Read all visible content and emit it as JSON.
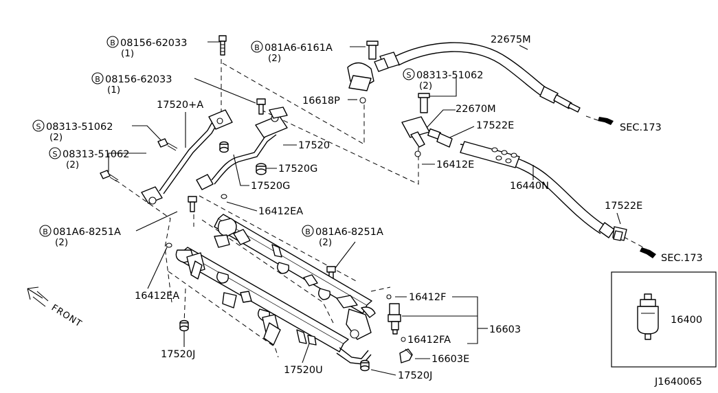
{
  "diagram_id": "J1640065",
  "callouts": [
    {
      "id": "c1",
      "prefix": "B",
      "part": "08156-62033",
      "qty": "(1)"
    },
    {
      "id": "c2",
      "prefix": "B",
      "part": "081A6-6161A",
      "qty": "(2)"
    },
    {
      "id": "c3",
      "prefix": "",
      "part": "22675M",
      "qty": ""
    },
    {
      "id": "c4",
      "prefix": "B",
      "part": "08156-62033",
      "qty": "(1)"
    },
    {
      "id": "c5",
      "prefix": "S",
      "part": "08313-51062",
      "qty": "(2)"
    },
    {
      "id": "c6",
      "prefix": "",
      "part": "16618P",
      "qty": ""
    },
    {
      "id": "c7",
      "prefix": "",
      "part": "17520+A",
      "qty": ""
    },
    {
      "id": "c8",
      "prefix": "",
      "part": "22670M",
      "qty": ""
    },
    {
      "id": "c9",
      "prefix": "S",
      "part": "08313-51062",
      "qty": "(2)"
    },
    {
      "id": "c10",
      "prefix": "",
      "part": "17522E",
      "qty": ""
    },
    {
      "id": "c11",
      "prefix": "",
      "part": "17520",
      "qty": ""
    },
    {
      "id": "c12",
      "prefix": "S",
      "part": "08313-51062",
      "qty": "(2)"
    },
    {
      "id": "c13",
      "prefix": "",
      "part": "17520G",
      "qty": ""
    },
    {
      "id": "c14",
      "prefix": "",
      "part": "16412E",
      "qty": ""
    },
    {
      "id": "c15",
      "prefix": "",
      "part": "17520G",
      "qty": ""
    },
    {
      "id": "c16",
      "prefix": "",
      "part": "16440N",
      "qty": ""
    },
    {
      "id": "c17",
      "prefix": "",
      "part": "16412EA",
      "qty": ""
    },
    {
      "id": "c18",
      "prefix": "",
      "part": "17522E",
      "qty": ""
    },
    {
      "id": "c19",
      "prefix": "B",
      "part": "081A6-8251A",
      "qty": "(2)"
    },
    {
      "id": "c20",
      "prefix": "B",
      "part": "081A6-8251A",
      "qty": "(2)"
    },
    {
      "id": "c21",
      "prefix": "",
      "part": "SEC.173",
      "qty": ""
    },
    {
      "id": "c22",
      "prefix": "",
      "part": "SEC.173",
      "qty": ""
    },
    {
      "id": "c23",
      "prefix": "",
      "part": "16412EA",
      "qty": ""
    },
    {
      "id": "c24",
      "prefix": "",
      "part": "16412F",
      "qty": ""
    },
    {
      "id": "c25",
      "prefix": "",
      "part": "16400",
      "qty": ""
    },
    {
      "id": "c26",
      "prefix": "",
      "part": "16603",
      "qty": ""
    },
    {
      "id": "c27",
      "prefix": "",
      "part": "16412FA",
      "qty": ""
    },
    {
      "id": "c28",
      "prefix": "",
      "part": "17520J",
      "qty": ""
    },
    {
      "id": "c29",
      "prefix": "",
      "part": "16603E",
      "qty": ""
    },
    {
      "id": "c30",
      "prefix": "",
      "part": "17520U",
      "qty": ""
    },
    {
      "id": "c31",
      "prefix": "",
      "part": "17520J",
      "qty": ""
    }
  ],
  "front_label": "FRONT"
}
